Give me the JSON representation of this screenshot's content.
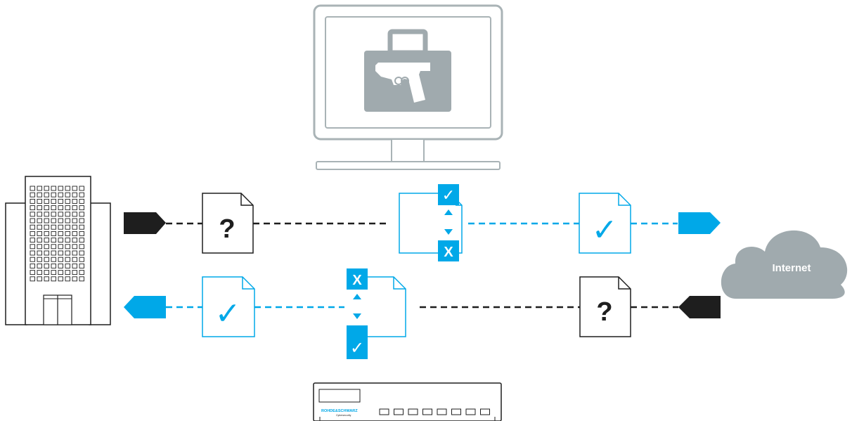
{
  "cloud": {
    "label": "Internet"
  },
  "documents": {
    "unknown_symbol": "?",
    "verified_symbol": "✓"
  },
  "filter_marks": {
    "pass": "✓",
    "block": "X"
  },
  "appliance": {
    "brand": "ROHDE&SCHWARZ",
    "subbrand": "Cybersecurity"
  },
  "colors": {
    "accent": "#00a8e8",
    "dark": "#1e1e1e",
    "grey": "#a0aaae",
    "monitor_outline": "#a9b3b6"
  },
  "icons": [
    "monitor-icon",
    "briefcase-icon",
    "pistol-icon",
    "office-building-icon",
    "cloud-icon",
    "document-icon",
    "check-icon",
    "network-appliance-icon"
  ]
}
